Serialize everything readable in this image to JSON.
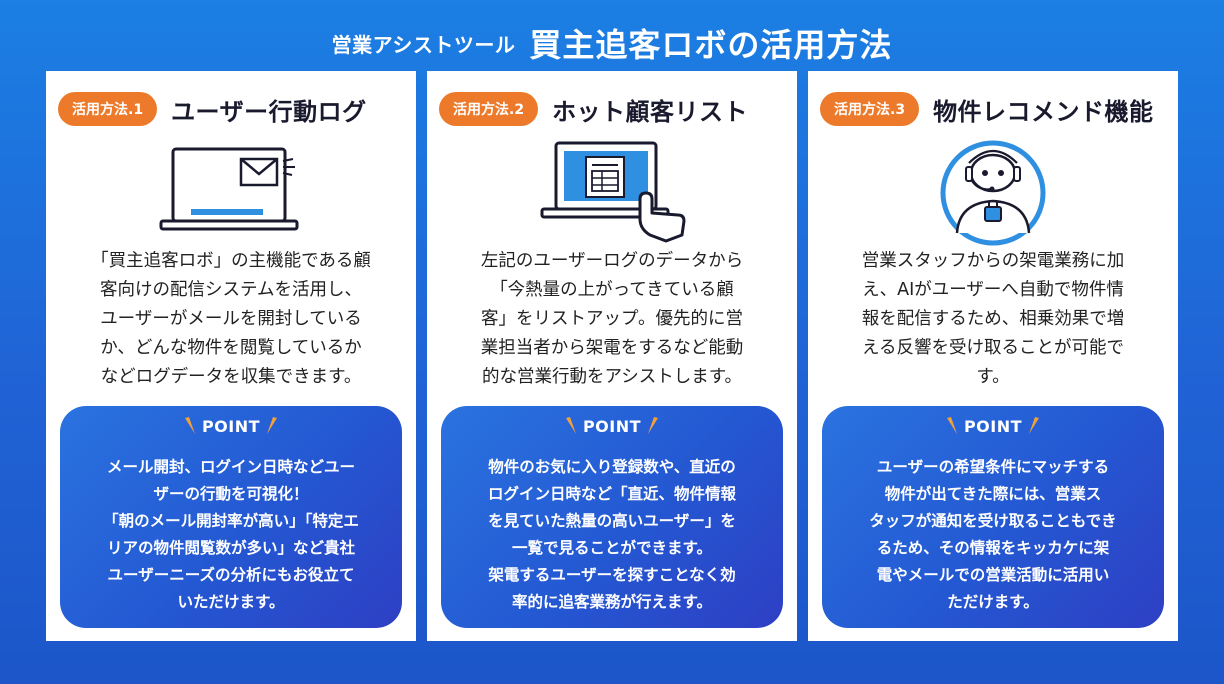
{
  "header": {
    "subtitle": "営業アシストツール",
    "title": "買主追客ロボの活用方法"
  },
  "colors": {
    "background": "#1f6fdc",
    "accent_orange": "#ec7a2a",
    "icon_blue": "#2f8fe0",
    "text_dark": "#1a1a2e"
  },
  "cards": [
    {
      "tag": "活用方法.1",
      "title": "ユーザー行動ログ",
      "icon": "laptop-mail-icon",
      "desc": [
        "「買主追客ロボ」の主機能である顧",
        "客向けの配信システムを活用し、",
        "ユーザーがメールを開封している",
        "か、どんな物件を閲覧しているか",
        "などログデータを収集できます。"
      ],
      "point_label": "POINT",
      "point": [
        "メール開封、ログイン日時などユー",
        "ザーの行動を可視化！",
        "「朝のメール開封率が高い」「特定エ",
        "リアの物件閲覧数が多い」など貴社",
        "ユーザーニーズの分析にもお役立て",
        "いただけます。"
      ]
    },
    {
      "tag": "活用方法.2",
      "title": "ホット顧客リスト",
      "icon": "laptop-list-touch-icon",
      "desc": [
        "左記のユーザーログのデータから",
        "「今熱量の上がってきている顧",
        "客」をリストアップ。優先的に営",
        "業担当者から架電をするなど能動",
        "的な営業行動をアシストします。"
      ],
      "point_label": "POINT",
      "point": [
        "物件のお気に入り登録数や、直近の",
        "ログイン日時など「直近、物件情報",
        "を見ていた熱量の高いユーザー」を",
        "一覧で見ることができます。",
        "架電するユーザーを探すことなく効",
        "率的に追客業務が行えます。"
      ]
    },
    {
      "tag": "活用方法.3",
      "title": "物件レコメンド機能",
      "icon": "robot-headset-icon",
      "desc": [
        "営業スタッフからの架電業務に加",
        "え、AIがユーザーへ自動で物件情",
        "報を配信するため、相乗効果で増",
        "える反響を受け取ることが可能で",
        "す。"
      ],
      "point_label": "POINT",
      "point": [
        "ユーザーの希望条件にマッチする",
        "物件が出てきた際には、営業ス",
        "タッフが通知を受け取ることもでき",
        "るため、その情報をキッカケに架",
        "電やメールでの営業活動に活用い",
        "ただけます。"
      ]
    }
  ]
}
